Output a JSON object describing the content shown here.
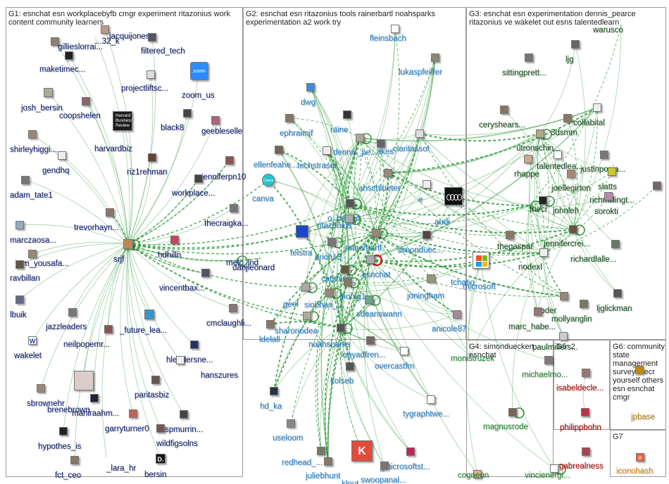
{
  "groups": [
    {
      "id": "G1",
      "title": "G1: esnchat esn workplacebyfb cmgr experiment ritazonius work content community learners"
    },
    {
      "id": "G2",
      "title": "G2: esnchat esn ritazonius tools rainerbartl noahsparks experimentation a2 work try"
    },
    {
      "id": "G3",
      "title": "G3: esnchat esn experimentation dennis_pearce ritazonius ve wakelet out esns talentedlearn"
    },
    {
      "id": "G4",
      "title": "G4: simondueckert esnchat"
    },
    {
      "id": "G5",
      "title": "G5: 2"
    },
    {
      "id": "G6",
      "title": "G6: community state management survey thecr yourself others esn esnchat cmgr"
    },
    {
      "id": "G7",
      "title": "G7"
    }
  ],
  "logos": {
    "harvardbiz": "Harvard Business Review",
    "zoom_us": "zoom",
    "canva": "Canva",
    "klout": "K",
    "bersin": "D.",
    "iconohash": "#",
    "wakelet": "W"
  },
  "colors": {
    "g1_label": "#0a1a6e",
    "g2_label": "#1e7fc9",
    "g3_label": "#10501a",
    "g4_label": "#1d8a2d",
    "g5_label": "#b00000",
    "g7_label": "#e08a00",
    "edge": "#2e9a3a"
  },
  "nodes": [
    {
      "id": "jacquijones",
      "label": "jacquijones...",
      "group": 1
    },
    {
      "id": "gillieslorrai",
      "label": "gillieslorrai...",
      "group": 1
    },
    {
      "id": "xxx32k",
      "label": "...32_k",
      "group": 1
    },
    {
      "id": "maketimec",
      "label": "maketimec...",
      "group": 1
    },
    {
      "id": "filtered_tech",
      "label": "filtered_tech",
      "group": 1
    },
    {
      "id": "zoom_us",
      "label": "zoom_us",
      "group": 1
    },
    {
      "id": "projectliftsc",
      "label": "projectliftsc...",
      "group": 1
    },
    {
      "id": "josh_bersin",
      "label": "josh_bersin",
      "group": 1
    },
    {
      "id": "coopshelen",
      "label": "coopshelen",
      "group": 1
    },
    {
      "id": "harvardbiz",
      "label": "harvardbiz",
      "group": 1
    },
    {
      "id": "black8",
      "label": "black8",
      "group": 1
    },
    {
      "id": "geebleselle",
      "label": "geebleselle",
      "group": 1
    },
    {
      "id": "shirleyhiggi",
      "label": "shirleyhiggi...",
      "group": 1
    },
    {
      "id": "gendhq",
      "label": "gendhq",
      "group": 1
    },
    {
      "id": "riz1rehman",
      "label": "riz1rehman",
      "group": 1
    },
    {
      "id": "jenniferpn10",
      "label": "jenniferpn10",
      "group": 1
    },
    {
      "id": "adam_tate1",
      "label": "adam_tate1",
      "group": 1
    },
    {
      "id": "workplace",
      "label": "workplace...",
      "group": 1
    },
    {
      "id": "trevorhayn",
      "label": "trevorhayn...",
      "group": 1
    },
    {
      "id": "thecraigka",
      "label": "thecraigka...",
      "group": 1
    },
    {
      "id": "marczaosa",
      "label": "marczaosa...",
      "group": 1
    },
    {
      "id": "srjf",
      "label": "srjf",
      "group": 1
    },
    {
      "id": "hdhilln",
      "label": "hdhilln",
      "group": 1
    },
    {
      "id": "m_yousafa",
      "label": "m_yousafa...",
      "group": 1
    },
    {
      "id": "ravbillan",
      "label": "ravbillan",
      "group": 1
    },
    {
      "id": "melc_lnd",
      "label": "melc_lnd",
      "group": 1
    },
    {
      "id": "danjleonard",
      "label": "danjleonard",
      "group": 1
    },
    {
      "id": "vincentbax",
      "label": "vincentbax...",
      "group": 1
    },
    {
      "id": "lbuik",
      "label": "lbuik",
      "group": 1
    },
    {
      "id": "cmclaughli",
      "label": "cmclaughli...",
      "group": 1
    },
    {
      "id": "jazzleaders",
      "label": "jazzleaders",
      "group": 1
    },
    {
      "id": "future_lea",
      "label": "_future_lea...",
      "group": 1
    },
    {
      "id": "neilpopemr",
      "label": "neilpopemr...",
      "group": 1
    },
    {
      "id": "wakelet",
      "label": "wakelet",
      "group": 1
    },
    {
      "id": "hleadersne",
      "label": "hleadersne...",
      "group": 1
    },
    {
      "id": "hanszures",
      "label": "hanszures",
      "group": 1
    },
    {
      "id": "brenebrown",
      "label": "brenebrown",
      "group": 1
    },
    {
      "id": "sbrownehr",
      "label": "sbrownehr",
      "group": 1
    },
    {
      "id": "paritasbiz",
      "label": "paritasbiz",
      "group": 1
    },
    {
      "id": "maniraahm",
      "label": "maniraahm...",
      "group": 1
    },
    {
      "id": "garryturner0",
      "label": "garryturner0",
      "group": 1
    },
    {
      "id": "inspmurrin",
      "label": "inspmurrin...",
      "group": 1
    },
    {
      "id": "hypothes_is",
      "label": "hypothes_is",
      "group": 1
    },
    {
      "id": "wildfigsolns",
      "label": "wildfigsolns",
      "group": 1
    },
    {
      "id": "fct_ceo",
      "label": "fct_ceo",
      "group": 1
    },
    {
      "id": "lara_hr",
      "label": "_lara_hr",
      "group": 1
    },
    {
      "id": "bersin",
      "label": "bersin",
      "group": 1
    },
    {
      "id": "fleinsbach",
      "label": "fleinsbach",
      "group": 2
    },
    {
      "id": "lukaspfeiffer",
      "label": "lukaspfeiffer",
      "group": 2
    },
    {
      "id": "dwg",
      "label": "dwg",
      "group": 2
    },
    {
      "id": "ephraimjf",
      "label": "ephraimjf",
      "group": 2
    },
    {
      "id": "raine",
      "label": "raine",
      "group": 2
    },
    {
      "id": "dennis_pe",
      "label": "dennis_pe...",
      "group": 2
    },
    {
      "id": "akes",
      "label": "akes",
      "group": 2
    },
    {
      "id": "claritassol",
      "label": "claritassol",
      "group": 2
    },
    {
      "id": "ellenfeahe",
      "label": "ellenfeahe...",
      "group": 2
    },
    {
      "id": "techstrasol",
      "label": "techstrasol...",
      "group": 2
    },
    {
      "id": "canva",
      "label": "canva",
      "group": 2
    },
    {
      "id": "ahschlueter",
      "label": "ahschlueter",
      "group": 2
    },
    {
      "id": "e",
      "label": "e",
      "group": 2
    },
    {
      "id": "o_berard",
      "label": "o_berard",
      "group": 2
    },
    {
      "id": "audi",
      "label": "audi",
      "group": 2
    },
    {
      "id": "ritazonius",
      "label": "ritazonius",
      "group": 2
    },
    {
      "id": "telstra",
      "label": "telstra",
      "group": 2
    },
    {
      "id": "rainerbartl",
      "label": "rainerbartl",
      "group": 2
    },
    {
      "id": "erich13",
      "label": "erich13",
      "group": 2
    },
    {
      "id": "simonduec",
      "label": "simonduec...",
      "group": 2
    },
    {
      "id": "microsoft",
      "label": "microsoft",
      "group": 2
    },
    {
      "id": "catshinn",
      "label": "catshinn",
      "group": 2
    },
    {
      "id": "esnchat",
      "label": "esnchat",
      "group": 2
    },
    {
      "id": "tchatio",
      "label": "tchatio",
      "group": 2
    },
    {
      "id": "jhonig1",
      "label": "jhonig1",
      "group": 2
    },
    {
      "id": "geel",
      "label": "geel",
      "group": 2
    },
    {
      "id": "siobhan",
      "label": "siobhan_...",
      "group": 2
    },
    {
      "id": "joningham",
      "label": "joningham",
      "group": 2
    },
    {
      "id": "sdeanswann",
      "label": "sdeanswann",
      "group": 2
    },
    {
      "id": "ldelall",
      "label": "ldelall",
      "group": 2
    },
    {
      "id": "sharonodea",
      "label": "sharonodea",
      "group": 2
    },
    {
      "id": "noahsparks",
      "label": "noahsparks",
      "group": 2
    },
    {
      "id": "anicole87",
      "label": "anicole87",
      "group": 2
    },
    {
      "id": "lonyadfren",
      "label": "lonyadfren...",
      "group": 2
    },
    {
      "id": "overcastfm",
      "label": "overcastfm",
      "group": 2
    },
    {
      "id": "kolseb",
      "label": "kolseb",
      "group": 2
    },
    {
      "id": "hd_ka",
      "label": "hd_ka",
      "group": 2
    },
    {
      "id": "tygraphtwe",
      "label": "tygraphtwe...",
      "group": 2
    },
    {
      "id": "useloom",
      "label": "useloom",
      "group": 2
    },
    {
      "id": "redhead",
      "label": "redhead_...",
      "group": 2
    },
    {
      "id": "klout",
      "label": "klout",
      "group": 2
    },
    {
      "id": "microsoftst",
      "label": "_microsoftst...",
      "group": 2
    },
    {
      "id": "juliebhunt",
      "label": "juliebhunt",
      "group": 2
    },
    {
      "id": "swoopanal",
      "label": "swoopanal...",
      "group": 2
    },
    {
      "id": "warusco",
      "label": "warusco",
      "group": 3
    },
    {
      "id": "ljg",
      "label": "ljg",
      "group": 3
    },
    {
      "id": "sittingprett",
      "label": "sittingprett...",
      "group": 3
    },
    {
      "id": "ceryshears",
      "label": "ceryshears...",
      "group": 3
    },
    {
      "id": "3dsmm",
      "label": "3dsmm",
      "group": 3
    },
    {
      "id": "collabital",
      "label": "collabital",
      "group": 3
    },
    {
      "id": "utronschin",
      "label": "utronschin...",
      "group": 3
    },
    {
      "id": "justinpocia",
      "label": "justinpocia...",
      "group": 3
    },
    {
      "id": "talentedlea",
      "label": "talentedlea...",
      "group": 3
    },
    {
      "id": "rhappe",
      "label": "rhappe",
      "group": 3
    },
    {
      "id": "joellegirton",
      "label": "joellegirton",
      "group": 3
    },
    {
      "id": "slatts",
      "label": "slatts",
      "group": 3
    },
    {
      "id": "johnleh",
      "label": "johnleh",
      "group": 3
    },
    {
      "id": "richmillingt",
      "label": "richmillingt...",
      "group": 3
    },
    {
      "id": "thecr",
      "label": "thecr",
      "group": 3
    },
    {
      "id": "sorokti",
      "label": "sorokti",
      "group": 3
    },
    {
      "id": "thegaspar",
      "label": "thegaspar",
      "group": 3
    },
    {
      "id": "jennifercrei",
      "label": "jennifercrei...",
      "group": 3
    },
    {
      "id": "richardlalle",
      "label": "richardlalle...",
      "group": 3
    },
    {
      "id": "nodexl",
      "label": "nodexl",
      "group": 3
    },
    {
      "id": "lyoder",
      "label": "lyoder",
      "group": 3
    },
    {
      "id": "mollyanglin",
      "label": "mollyanglin",
      "group": 3
    },
    {
      "id": "ljglickman",
      "label": "ljglickman",
      "group": 3
    },
    {
      "id": "marc_habe",
      "label": "marc_habe...",
      "group": 3
    },
    {
      "id": "paulmillers",
      "label": "paulmillers...",
      "group": 3
    },
    {
      "id": "monistruzek",
      "label": "monistruzek",
      "group": 4
    },
    {
      "id": "michaelmo",
      "label": "michaelmo...",
      "group": 4
    },
    {
      "id": "magnusrode",
      "label": "magnusrode",
      "group": 4
    },
    {
      "id": "cogneon",
      "label": "cogneon",
      "group": 4
    },
    {
      "id": "vincienergi",
      "label": "vincienergi...",
      "group": 4
    },
    {
      "id": "isabeldecle",
      "label": "isabeldecle...",
      "group": 5
    },
    {
      "id": "philippbohn",
      "label": "philippbohn",
      "group": 5
    },
    {
      "id": "gabrealness",
      "label": "gabrealness",
      "group": 5
    },
    {
      "id": "jpbase",
      "label": "jpbase",
      "group": 6
    },
    {
      "id": "iconohash",
      "label": "iconohash",
      "group": 7
    }
  ]
}
